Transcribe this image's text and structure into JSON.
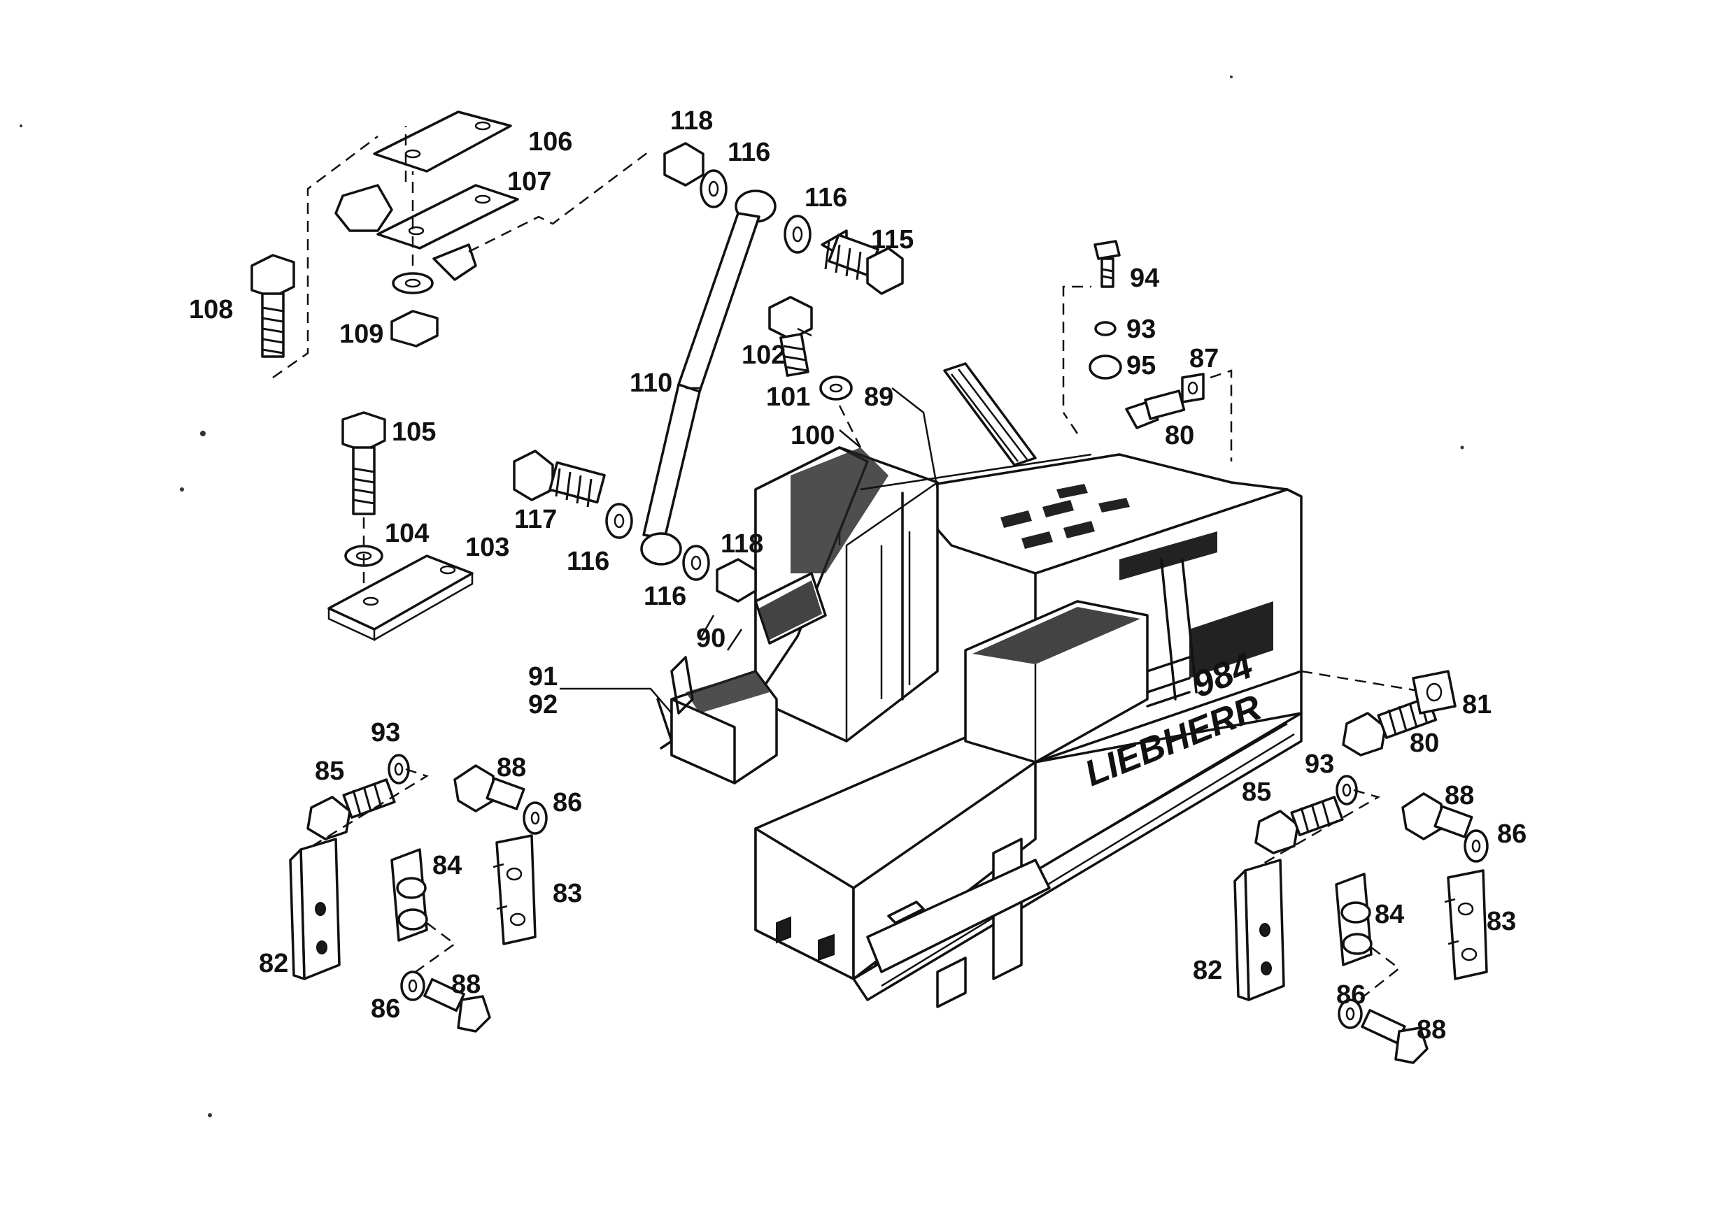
{
  "machine_badge": {
    "brand": "LIEBHERR",
    "model": "984"
  },
  "part_labels": [
    {
      "id": "lbl-118-top",
      "text": "118"
    },
    {
      "id": "lbl-116-top",
      "text": "116"
    },
    {
      "id": "lbl-116-mid",
      "text": "116"
    },
    {
      "id": "lbl-115",
      "text": "115"
    },
    {
      "id": "lbl-106",
      "text": "106"
    },
    {
      "id": "lbl-107",
      "text": "107"
    },
    {
      "id": "lbl-108",
      "text": "108"
    },
    {
      "id": "lbl-109",
      "text": "109"
    },
    {
      "id": "lbl-110",
      "text": "110"
    },
    {
      "id": "lbl-102",
      "text": "102"
    },
    {
      "id": "lbl-101",
      "text": "101"
    },
    {
      "id": "lbl-89",
      "text": "89"
    },
    {
      "id": "lbl-100",
      "text": "100"
    },
    {
      "id": "lbl-105",
      "text": "105"
    },
    {
      "id": "lbl-104",
      "text": "104"
    },
    {
      "id": "lbl-103",
      "text": "103"
    },
    {
      "id": "lbl-117",
      "text": "117"
    },
    {
      "id": "lbl-116-low-a",
      "text": "116"
    },
    {
      "id": "lbl-116-low-b",
      "text": "116"
    },
    {
      "id": "lbl-118-low",
      "text": "118"
    },
    {
      "id": "lbl-90",
      "text": "90"
    },
    {
      "id": "lbl-91",
      "text": "91"
    },
    {
      "id": "lbl-92",
      "text": "92"
    },
    {
      "id": "lbl-94",
      "text": "94"
    },
    {
      "id": "lbl-93-top",
      "text": "93"
    },
    {
      "id": "lbl-95",
      "text": "95"
    },
    {
      "id": "lbl-87",
      "text": "87"
    },
    {
      "id": "lbl-80-top",
      "text": "80"
    },
    {
      "id": "lbl-81",
      "text": "81"
    },
    {
      "id": "lbl-80-right",
      "text": "80"
    },
    {
      "id": "lbl-93-left",
      "text": "93"
    },
    {
      "id": "lbl-85-left",
      "text": "85"
    },
    {
      "id": "lbl-88-left-top",
      "text": "88"
    },
    {
      "id": "lbl-86-left-top",
      "text": "86"
    },
    {
      "id": "lbl-84-left",
      "text": "84"
    },
    {
      "id": "lbl-83-left",
      "text": "83"
    },
    {
      "id": "lbl-82-left",
      "text": "82"
    },
    {
      "id": "lbl-86-left-bot",
      "text": "86"
    },
    {
      "id": "lbl-88-left-bot",
      "text": "88"
    },
    {
      "id": "lbl-93-right",
      "text": "93"
    },
    {
      "id": "lbl-85-right",
      "text": "85"
    },
    {
      "id": "lbl-88-right-top",
      "text": "88"
    },
    {
      "id": "lbl-86-right-top",
      "text": "86"
    },
    {
      "id": "lbl-84-right",
      "text": "84"
    },
    {
      "id": "lbl-83-right",
      "text": "83"
    },
    {
      "id": "lbl-82-right",
      "text": "82"
    },
    {
      "id": "lbl-86-right-bot",
      "text": "86"
    },
    {
      "id": "lbl-88-right-bot",
      "text": "88"
    }
  ]
}
